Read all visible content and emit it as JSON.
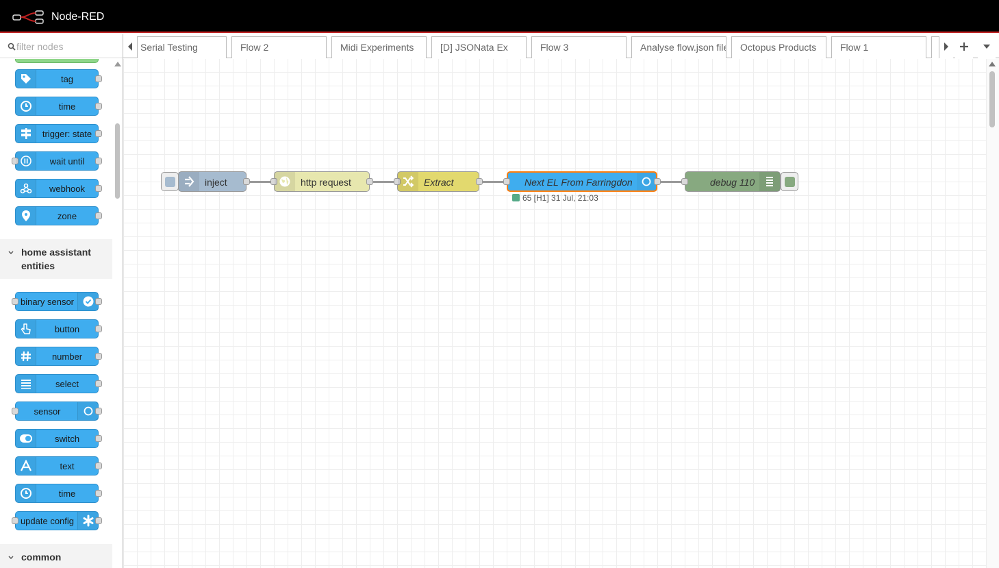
{
  "app": {
    "title": "Node-RED"
  },
  "palette": {
    "search_placeholder": "filter nodes",
    "nodes_top": [
      {
        "label": "tag",
        "icon": "tag-icon"
      },
      {
        "label": "time",
        "icon": "clock-icon"
      },
      {
        "label": "trigger: state",
        "icon": "signpost-icon"
      },
      {
        "label": "wait until",
        "icon": "pause-icon"
      },
      {
        "label": "webhook",
        "icon": "webhook-icon"
      },
      {
        "label": "zone",
        "icon": "map-marker-icon"
      }
    ],
    "category_ha": {
      "line1": "home assistant",
      "line2": "entities"
    },
    "nodes_ha": [
      {
        "label": "binary sensor",
        "icon": "check-circle-icon"
      },
      {
        "label": "button",
        "icon": "hand-pointer-icon"
      },
      {
        "label": "number",
        "icon": "hash-icon"
      },
      {
        "label": "select",
        "icon": "list-icon"
      },
      {
        "label": "sensor",
        "icon": "circle-icon"
      },
      {
        "label": "switch",
        "icon": "toggle-icon"
      },
      {
        "label": "text",
        "icon": "letter-a-icon"
      },
      {
        "label": "time",
        "icon": "clock-icon"
      },
      {
        "label": "update config",
        "icon": "asterisk-icon"
      }
    ],
    "category_common": "common"
  },
  "tabs": [
    "Serial Testing",
    "Flow 2",
    "Midi Experiments",
    "[D] JSONata Ex",
    "Flow 3",
    "Analyse flow.json file",
    "Octopus Products",
    "Flow 1"
  ],
  "flow": {
    "inject": "inject",
    "http": "http request",
    "extract": "Extract",
    "next": "Next EL From Farringdon",
    "status": "65 [H1] 31 Jul, 21:03",
    "debug": "debug 110"
  },
  "colors": {
    "header": "#000000",
    "header_accent": "#c02020",
    "ha_node": "#3fadef",
    "inject": "#a6bbcf",
    "http": "#e7e7ae",
    "function": "#e2d96e",
    "debug": "#87a980",
    "selected": "#ff7f0e",
    "status_dot": "#5a8"
  }
}
